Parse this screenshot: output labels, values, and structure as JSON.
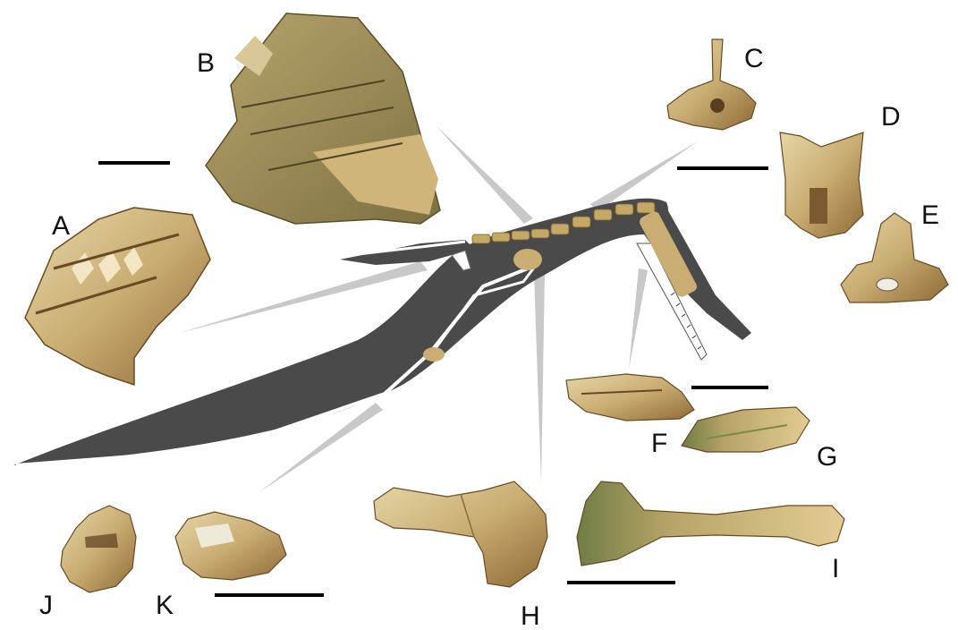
{
  "figure": {
    "colors": {
      "silhouette": "#4a4a4a",
      "bone_outline": "#ffffff",
      "pointer": "#c8c8c8",
      "scale_bar": "#000000",
      "fossil_light": "#d9c79a",
      "fossil_mid": "#b89a5e",
      "fossil_dark": "#7a5a2e",
      "fossil_green": "#8a9a5a"
    },
    "panels": [
      {
        "label": "A",
        "content": "fossil-specimen"
      },
      {
        "label": "B",
        "content": "fossil-specimen"
      },
      {
        "label": "C",
        "content": "fossil-specimen"
      },
      {
        "label": "D",
        "content": "fossil-specimen"
      },
      {
        "label": "E",
        "content": "fossil-specimen"
      },
      {
        "label": "F",
        "content": "fossil-specimen"
      },
      {
        "label": "G",
        "content": "fossil-specimen"
      },
      {
        "label": "H",
        "content": "fossil-specimen"
      },
      {
        "label": "I",
        "content": "fossil-specimen"
      },
      {
        "label": "J",
        "content": "fossil-specimen"
      },
      {
        "label": "K",
        "content": "fossil-specimen"
      }
    ],
    "scale_bar_count": 5
  }
}
